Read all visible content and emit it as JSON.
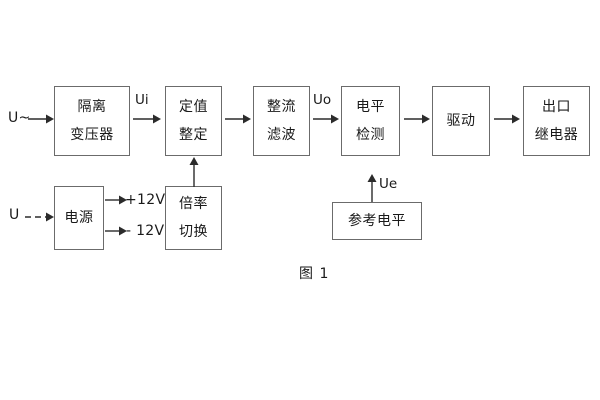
{
  "figure": {
    "caption": "图 1",
    "stroke_color": "#6b6b6b",
    "text_color": "#1a1a1a",
    "background": "#ffffff"
  },
  "inputs": {
    "ac_input_label": "U~",
    "dc_input_label": "U"
  },
  "signals": {
    "ui": "Ui",
    "uo": "Uo",
    "ue": "Ue"
  },
  "power_rails": {
    "positive": "+12V",
    "negative": "- 12V"
  },
  "top_chain": [
    {
      "id": "isolation-transformer",
      "line1": "隔离",
      "line2": "变压器"
    },
    {
      "id": "setpoint-adjust",
      "line1": "定值",
      "line2": "整定"
    },
    {
      "id": "rectify-filter",
      "line1": "整流",
      "line2": "滤波"
    },
    {
      "id": "level-detect",
      "line1": "电平",
      "line2": "检测"
    },
    {
      "id": "drive",
      "line1": "驱动",
      "line2": ""
    },
    {
      "id": "output-relay",
      "line1": "出口",
      "line2": "继电器"
    }
  ],
  "bottom_chain": [
    {
      "id": "power-supply",
      "line1": "电源",
      "line2": ""
    },
    {
      "id": "multiplier-switch",
      "line1": "倍率",
      "line2": "切换"
    },
    {
      "id": "reference-level",
      "line1": "参考电平",
      "line2": ""
    }
  ]
}
